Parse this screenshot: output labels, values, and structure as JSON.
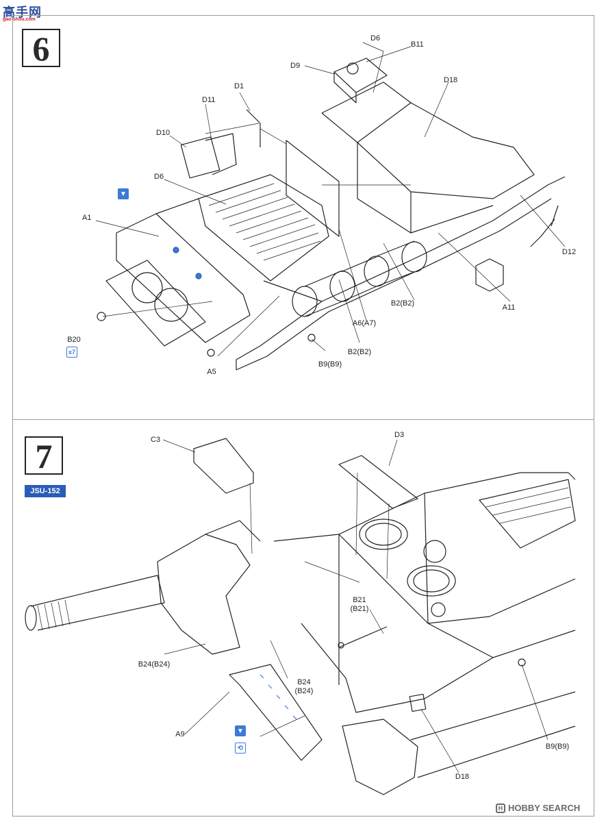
{
  "watermark": {
    "site_cn": "高手网",
    "site_url": "gao-shou.com"
  },
  "steps": [
    {
      "number": "6"
    },
    {
      "number": "7",
      "variant_badge": "JSU-152"
    }
  ],
  "step6_labels": {
    "d6_top": "D6",
    "b11": "B11",
    "d9": "D9",
    "d18": "D18",
    "d1": "D1",
    "d11": "D11",
    "d10": "D10",
    "d6_left": "D6",
    "a1": "A1",
    "b20": "B20",
    "b20_qty": "x7",
    "a5": "A5",
    "b9": "B9(B9)",
    "b2_lower": "B2(B2)",
    "a6": "A6(A7)",
    "b2_right": "B2(B2)",
    "a11": "A11",
    "d12": "D12"
  },
  "step7_labels": {
    "c3": "C3",
    "d3": "D3",
    "b21_a": "B21",
    "b21_b": "(B21)",
    "b24_a": "B24",
    "b24_b": "(B24)",
    "b24_left": "B24(B24)",
    "a9": "A9",
    "d18": "D18",
    "b9": "B9(B9)"
  },
  "footer": {
    "brand": "HOBBY SEARCH"
  },
  "colors": {
    "accent_blue": "#3b7bd6",
    "badge_blue": "#2a5db8",
    "line": "#222222"
  }
}
